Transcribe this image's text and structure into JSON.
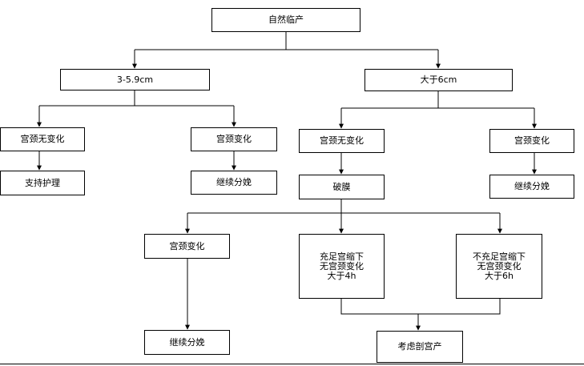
{
  "diagram": {
    "nodes": {
      "natural_birth": "自然临产",
      "dilation_3_5_9": "3-5.9cm",
      "dilation_gt_6": "大于6cm",
      "left_no_change": "宫颈无变化",
      "support_care": "支持护理",
      "left_change": "宫颈变化",
      "left_continue": "继续分娩",
      "right_no_change": "宫颈无变化",
      "membrane_rupture": "破膜",
      "right_change": "宫颈变化",
      "right_continue": "继续分娩",
      "after_rupture_change": "宫颈变化",
      "after_rupture_continue": "继续分娩",
      "adequate_contraction": "充足宫缩下\n无宫颈变化\n大于4h",
      "inadequate_contraction": "不充足宫缩下\n无宫颈变化\n大于6h",
      "consider_cesarean": "考虑剖宫产"
    }
  }
}
